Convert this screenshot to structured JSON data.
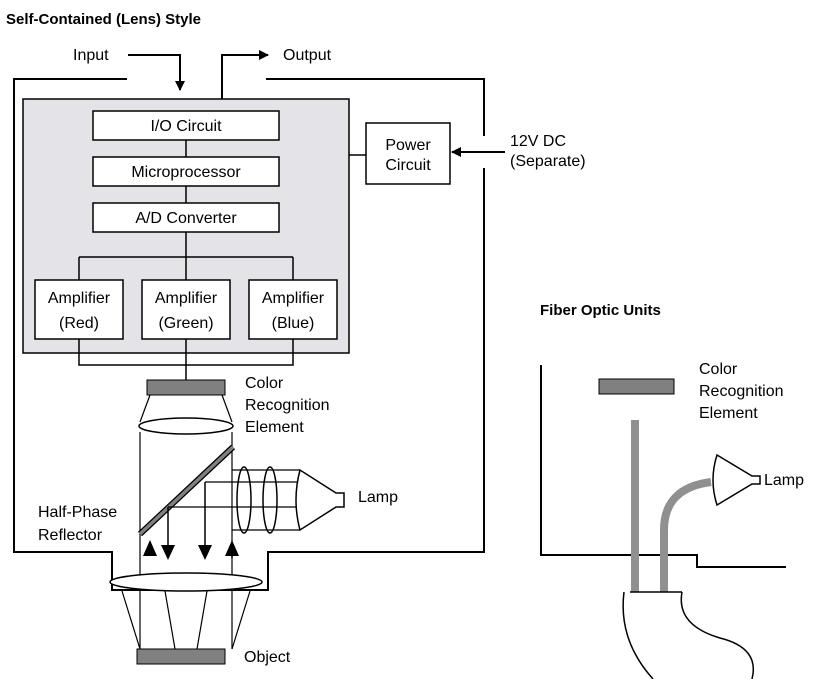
{
  "title": "Self-Contained (Lens) Style",
  "input_label": "Input",
  "output_label": "Output",
  "io_circuit": "I/O Circuit",
  "microprocessor": "Microprocessor",
  "ad_converter": "A/D Converter",
  "amplifier_word": "Amplifier",
  "amp_red": "(Red)",
  "amp_green": "(Green)",
  "amp_blue": "(Blue)",
  "power_line1": "Power",
  "power_line2": "Circuit",
  "dc_line1": "12V DC",
  "dc_line2": "(Separate)",
  "cre_line1": "Color",
  "cre_line2": "Recognition",
  "cre_line3": "Element",
  "lamp": "Lamp",
  "hpr_line1": "Half-Phase",
  "hpr_line2": "Reflector",
  "object": "Object",
  "fiber_title": "Fiber Optic Units",
  "fiber_cre_line1": "Color",
  "fiber_cre_line2": "Recognition",
  "fiber_cre_line3": "Element",
  "fiber_lamp": "Lamp",
  "colors": {
    "panel": "#e4e4e8",
    "element": "#808080",
    "fiber": "#909090"
  }
}
